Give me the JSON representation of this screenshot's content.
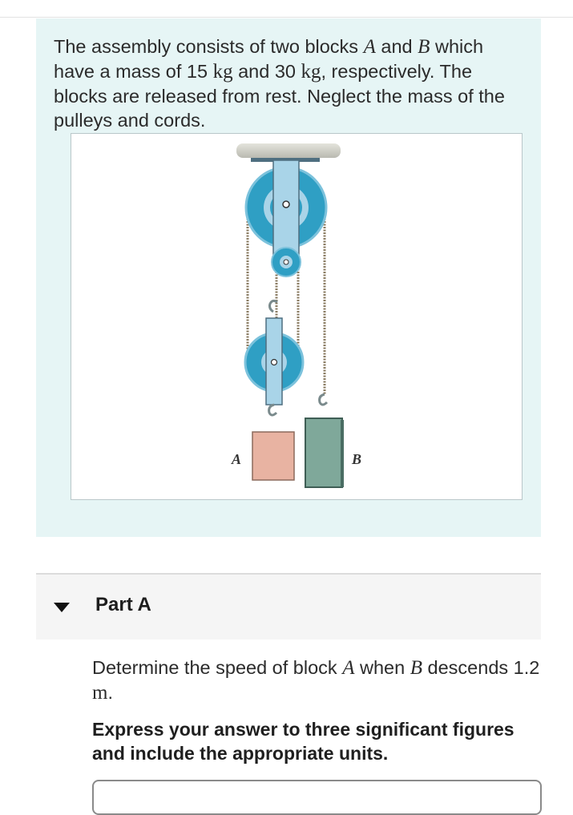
{
  "problem": {
    "text_1": "The assembly consists of two blocks ",
    "block_a": "A",
    "text_2": " and ",
    "block_b": "B",
    "text_3": " which have a mass of 15 ",
    "unit_kg_1": "kg",
    "text_4": " and 30 ",
    "unit_kg_2": "kg",
    "text_5": ", respectively. The blocks are released from rest. Neglect the mass of the pulleys and cords."
  },
  "figure": {
    "label_a": "A",
    "label_b": "B",
    "colors": {
      "pulley_dark": "#2f9fc4",
      "pulley_light": "#a9d4e8",
      "block_a": "#e8b3a2",
      "block_b": "#7fa89a",
      "ceiling": "#c9c9c0"
    }
  },
  "part": {
    "title": "Part A"
  },
  "question": {
    "text_1": "Determine the speed of block ",
    "block_a": "A",
    "text_2": " when ",
    "block_b": "B",
    "text_3": " descends 1.2 ",
    "unit_m": "m",
    "text_4": "."
  },
  "instruction": "Express your answer to three significant figures and include the appropriate units."
}
